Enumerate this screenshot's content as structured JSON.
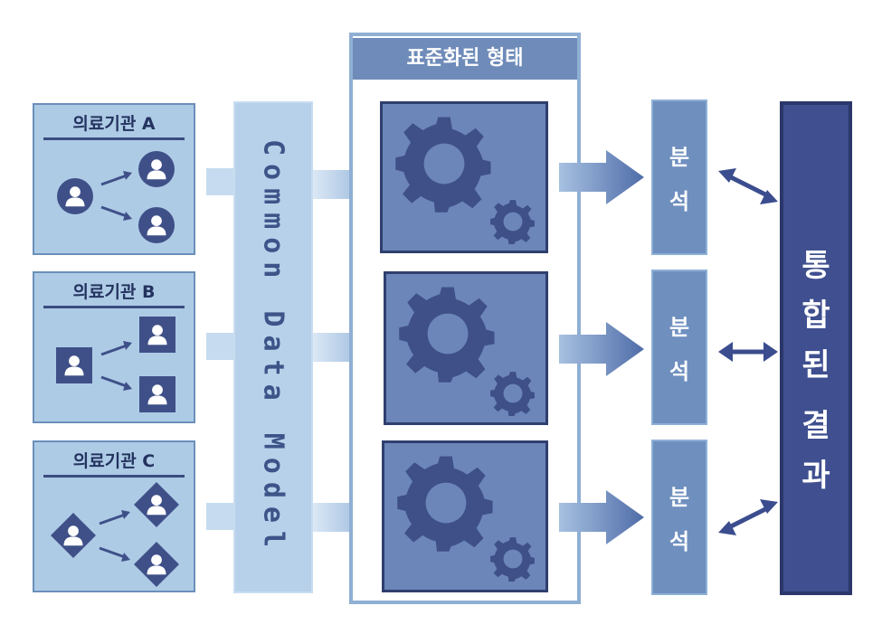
{
  "institutions": [
    {
      "label": "의료기관 A"
    },
    {
      "label": "의료기관 B"
    },
    {
      "label": "의료기관 C"
    }
  ],
  "cdm": {
    "label": "Common Data Model"
  },
  "standardized": {
    "title": "표준화된 형태"
  },
  "analysis": [
    {
      "line1": "분",
      "line2": "석"
    },
    {
      "line1": "분",
      "line2": "석"
    },
    {
      "line1": "분",
      "line2": "석"
    }
  ],
  "result": {
    "chars": [
      "통",
      "합",
      "된",
      "결",
      "과"
    ]
  },
  "colors": {
    "institution_bg": "#aecbe6",
    "cdm_bg": "#b7d1ea",
    "gear_box": "#6c86ba",
    "gear": "#3f5088",
    "analysis_bg": "#6f8fbf",
    "result_bg": "#3f4f8f",
    "arrow_light": "#b9d2ea",
    "arrow_dark": "#6d88bd",
    "double_arrow": "#3b4d8e"
  },
  "icons": {
    "person_circle": "user-circle-icon",
    "person_square": "user-square-icon",
    "person_diamond": "user-diamond-icon",
    "gear": "gear-icon"
  }
}
